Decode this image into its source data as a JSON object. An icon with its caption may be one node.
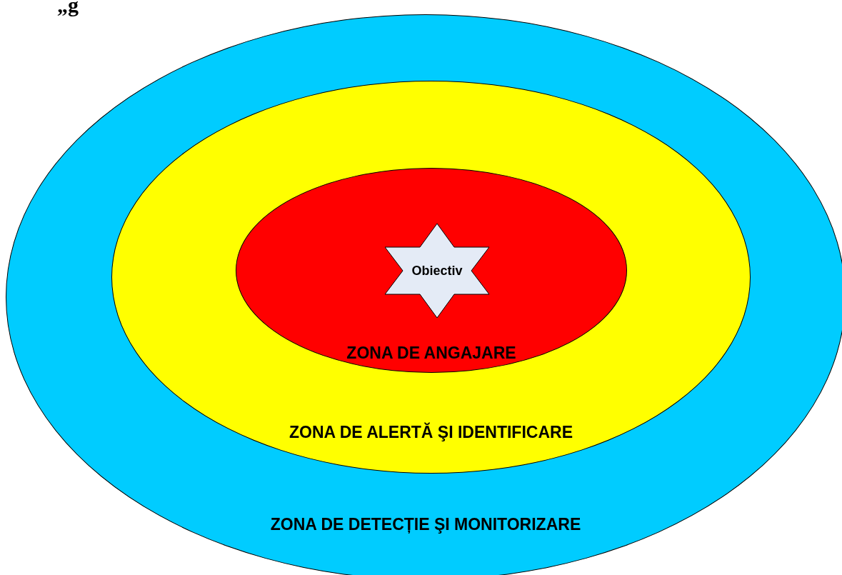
{
  "diagram": {
    "nodes": [
      {
        "text": [
          "ZONA DE DETECȚIE ŞI MONITORIZARE"
        ]
      },
      {
        "text": [
          "ZONA DE ALERTĂ ŞI IDENTIFICARE"
        ],
        "in": 0
      },
      {
        "text": [
          "ZONA DE ANGAJARE"
        ],
        "in": 1
      },
      {
        "text": [
          "Obiectiv"
        ],
        "in": 2
      }
    ],
    "labels": [
      "„g"
    ]
  }
}
